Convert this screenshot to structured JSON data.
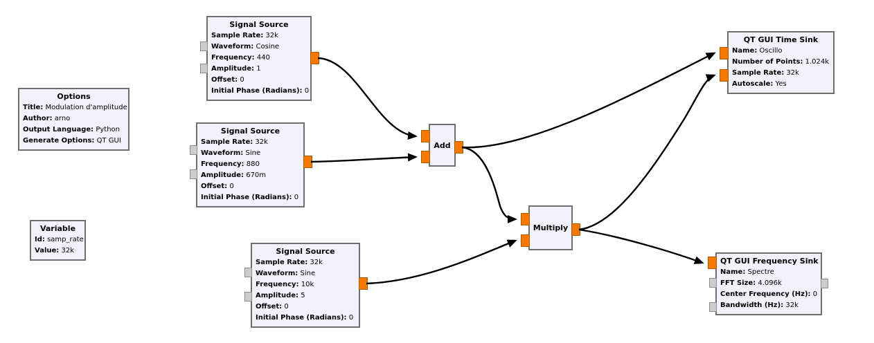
{
  "colors": {
    "canvas_bg": "#ffffff",
    "block_fill": "#f3f1fc",
    "block_border": "#6e6e6e",
    "port_orange": "#f57900",
    "port_orange_border": "#a75a07",
    "port_gray": "#cdcdcd",
    "port_gray_border": "#8c8c8c",
    "wire": "#000000"
  },
  "blocks": [
    {
      "id": "options",
      "title": "Options",
      "params": [
        {
          "label": "Title:",
          "value": "Modulation d'amplitude"
        },
        {
          "label": "Author:",
          "value": "arno"
        },
        {
          "label": "Output Language:",
          "value": "Python"
        },
        {
          "label": "Generate Options:",
          "value": "QT GUI"
        }
      ]
    },
    {
      "id": "variable",
      "title": "Variable",
      "params": [
        {
          "label": "Id:",
          "value": "samp_rate"
        },
        {
          "label": "Value:",
          "value": "32k"
        }
      ]
    },
    {
      "id": "signal-source-cosine-440",
      "title": "Signal Source",
      "params": [
        {
          "label": "Sample Rate:",
          "value": "32k"
        },
        {
          "label": "Waveform:",
          "value": "Cosine"
        },
        {
          "label": "Frequency:",
          "value": "440"
        },
        {
          "label": "Amplitude:",
          "value": "1"
        },
        {
          "label": "Offset:",
          "value": "0"
        },
        {
          "label": "Initial Phase (Radians):",
          "value": "0"
        }
      ]
    },
    {
      "id": "signal-source-sine-880",
      "title": "Signal Source",
      "params": [
        {
          "label": "Sample Rate:",
          "value": "32k"
        },
        {
          "label": "Waveform:",
          "value": "Sine"
        },
        {
          "label": "Frequency:",
          "value": "880"
        },
        {
          "label": "Amplitude:",
          "value": "670m"
        },
        {
          "label": "Offset:",
          "value": "0"
        },
        {
          "label": "Initial Phase (Radians):",
          "value": "0"
        }
      ]
    },
    {
      "id": "signal-source-sine-10k",
      "title": "Signal Source",
      "params": [
        {
          "label": "Sample Rate:",
          "value": "32k"
        },
        {
          "label": "Waveform:",
          "value": "Sine"
        },
        {
          "label": "Frequency:",
          "value": "10k"
        },
        {
          "label": "Amplitude:",
          "value": "5"
        },
        {
          "label": "Offset:",
          "value": "0"
        },
        {
          "label": "Initial Phase (Radians):",
          "value": "0"
        }
      ]
    },
    {
      "id": "add",
      "title": "Add",
      "params": []
    },
    {
      "id": "multiply",
      "title": "Multiply",
      "params": []
    },
    {
      "id": "qt-gui-time-sink",
      "title": "QT GUI Time Sink",
      "params": [
        {
          "label": "Name:",
          "value": "Oscillo"
        },
        {
          "label": "Number of Points:",
          "value": "1.024k"
        },
        {
          "label": "Sample Rate:",
          "value": "32k"
        },
        {
          "label": "Autoscale:",
          "value": "Yes"
        }
      ]
    },
    {
      "id": "qt-gui-frequency-sink",
      "title": "QT GUI Frequency Sink",
      "params": [
        {
          "label": "Name:",
          "value": "Spectre"
        },
        {
          "label": "FFT Size:",
          "value": "4.096k"
        },
        {
          "label": "Center Frequency (Hz):",
          "value": "0"
        },
        {
          "label": "Bandwidth (Hz):",
          "value": "32k"
        }
      ]
    }
  ],
  "connections": [
    {
      "from": "signal-source-cosine-440",
      "to": "add",
      "to_port": "in0"
    },
    {
      "from": "signal-source-sine-880",
      "to": "add",
      "to_port": "in1"
    },
    {
      "from": "add",
      "to": "qt-gui-time-sink",
      "to_port": "in0"
    },
    {
      "from": "add",
      "to": "multiply",
      "to_port": "in0"
    },
    {
      "from": "multiply",
      "to": "qt-gui-time-sink",
      "to_port": "in1"
    },
    {
      "from": "multiply",
      "to": "qt-gui-frequency-sink",
      "to_port": "in0"
    },
    {
      "from": "signal-source-sine-10k",
      "to": "multiply",
      "to_port": "in1"
    }
  ]
}
